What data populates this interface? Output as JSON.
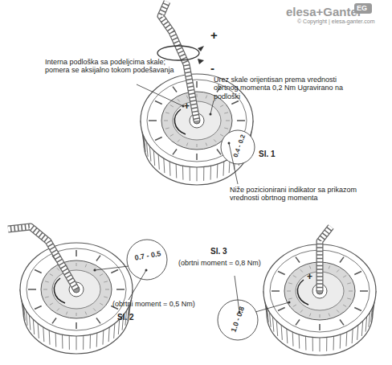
{
  "diagram": {
    "labels": [
      "elesa+Ganter",
      "EG",
      "© Copyright | elesa-ganter.com",
      "Interna podloška sa podeljcima skale; pomera se aksijalno tokom podešavanja",
      "+",
      "-",
      "Urez skale orijentisan prema vrednosti obrtnog momenta 0,2 Nm Ugravirano na podloški",
      "0.4 - 0.2",
      "Sl. 1",
      "Niže pozicionirani indikator sa prikazom vrednosti obrtnog momenta",
      "0.7 - 0.5",
      "(obrtni moment = 0,5 Nm)",
      "Sl. 2",
      "Sl. 3",
      "(obrtni moment = 0,8 Nm)",
      "1.0 - 0.8",
      "+",
      "+"
    ]
  }
}
